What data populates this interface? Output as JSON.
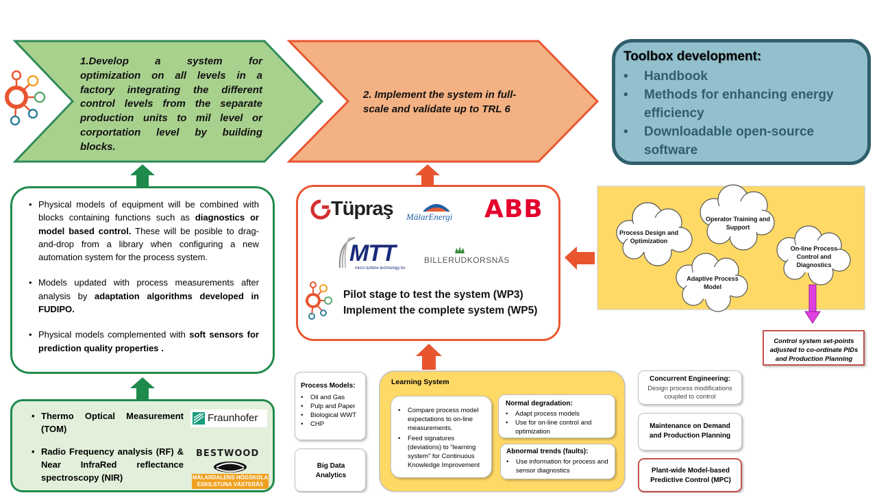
{
  "arrow1": {
    "lines": [
      "1.Develop a system for",
      "optimization on all levels in a",
      "factory integrating the different",
      "control levels from the separate",
      "production units to mil level or",
      "corportation level by building",
      "blocks."
    ]
  },
  "arrow2": {
    "lines": [
      "2. Implement the system in full-",
      "scale and validate up to TRL 6"
    ]
  },
  "toolbox": {
    "title": "Toolbox development:",
    "items": [
      "Handbook",
      "Methods for enhancing energy efficiency",
      "Downloadable open-source software"
    ]
  },
  "physical_models": {
    "p1_a": "Physical models of equipment will be combined with blocks containing functions such as",
    "p1_bold": "diagnostics or model based control.",
    "p1_b": " These will be posible to drag-and-drop from a library when configuring a new automation system for the process system.",
    "p2_a": "Models updated with process measurements after analysis by ",
    "p2_bold": "adaptation algorithms developed in FUDIPO.",
    "p3_a": "Physical models complemented with ",
    "p3_bold": "soft sensors for prediction quality properties ."
  },
  "measurement": {
    "item1": "Thermo Optical Measurement (TOM)",
    "item2": "Radio Frequency analysis (RF) & Near InfraRed reflectance spectroscopy (NIR)"
  },
  "logos": {
    "fraunhofer": "Fraunhofer",
    "bestwood": "BESTWOOD",
    "mdh_line1": "MÄLARDALENS HÖGSKOLA",
    "mdh_line2": "ESKILSTUNA VÄSTERÅS",
    "tupras": "Tüpraş",
    "malarenergi": "MälarEnergi",
    "abb": "ABB",
    "mtt": "MTT",
    "mtt_sub": "micro turbine technology bv",
    "billerud": "BILLERUDKORSNÄS"
  },
  "pilot": {
    "line1": "Pilot stage to test the system (WP3)",
    "line2": "Implement the complete system (WP5)"
  },
  "clouds": {
    "process_design": "Process Design and Optimization",
    "operator_training": "Operator Training and Support",
    "online_process": "On-line Process Control and Diagnostics",
    "adaptive_process": "Adaptive Process Model"
  },
  "control_setpoints": "Control system set-points adjusted to co-ordinate PIDs and Production Planning",
  "process_models": {
    "title": "Process Models:",
    "items": [
      "Oil and Gas",
      "Pulp and Paper",
      "Biological WWT",
      "CHP"
    ]
  },
  "big_data": "Big Data Analytics",
  "learning": {
    "title": "Learning System",
    "items": [
      "Compare process model expectations to on-line measurements.",
      "Feed signatures (deviations) to “learning system” for Continuous Knowledge Improvement"
    ],
    "normal_title": "Normal degradation:",
    "normal_items": [
      "Adapt process models",
      "Use for on-line control and optimization"
    ],
    "abnormal_title": "Abnormal trends (faults):",
    "abnormal_items": [
      "Use information for process and sensor diagnostics"
    ]
  },
  "concurrent": {
    "title": "Concurrent Engineering:",
    "body": "Design process modifications coupled to control"
  },
  "maintenance": "Maintenance on Demand and Production Planning",
  "mpc": "Plant-wide Model-based Predictive Control (MPC)",
  "colors": {
    "green": "#2e8b57",
    "green_fill": "#a9d18e",
    "orange": "#e8552f",
    "orange_fill": "#f4b183",
    "teal_fill": "#92c0cc",
    "teal_border": "#2f5f6b",
    "yellow": "#ffd966"
  }
}
